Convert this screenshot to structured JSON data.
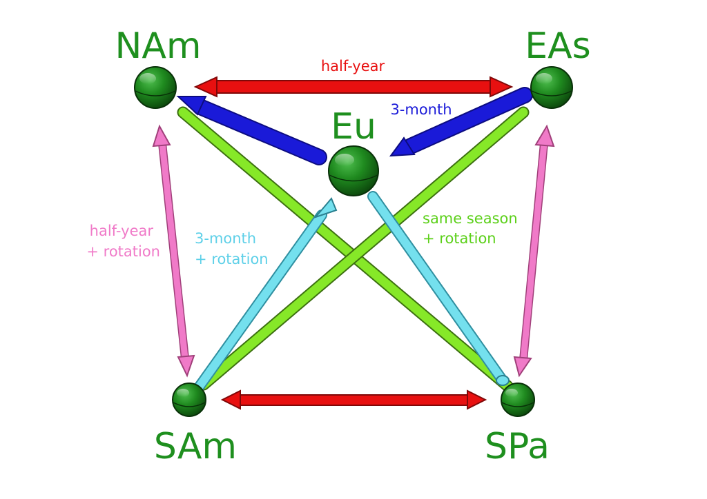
{
  "colors": {
    "node": "#1a7f1a",
    "node_label": "#1e8f1e",
    "half_year": "#e81010",
    "three_month": "#1a1ad8",
    "same_season_rotation": "#7ee020",
    "half_year_rotation": "#f07ac8",
    "three_month_rotation": "#6fdcec"
  },
  "nodes": {
    "nam": {
      "label": "NAm"
    },
    "eas": {
      "label": "EAs"
    },
    "eu": {
      "label": "Eu"
    },
    "sam": {
      "label": "SAm"
    },
    "spa": {
      "label": "SPa"
    }
  },
  "edge_labels": {
    "half_year": "half-year",
    "three_month": "3-month",
    "same_season_line1": "same season",
    "same_season_line2": "+ rotation",
    "half_year_rot_line1": "half-year",
    "half_year_rot_line2": "+ rotation",
    "three_month_rot_line1": "3-month",
    "three_month_rot_line2": "+ rotation"
  }
}
